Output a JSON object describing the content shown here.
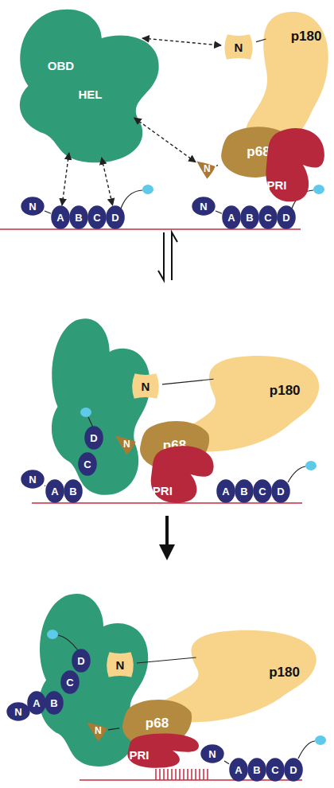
{
  "diagram": {
    "nodes": [
      {
        "text": [
          "OBD",
          "HEL"
        ]
      },
      {
        "text": [
          "N"
        ]
      },
      {
        "text": [
          "p180"
        ]
      },
      {
        "text": [
          "N"
        ]
      },
      {
        "text": [
          "p68"
        ]
      },
      {
        "text": [
          "PRI"
        ]
      },
      {
        "text": [
          "N"
        ]
      },
      {
        "text": [
          "A"
        ]
      },
      {
        "text": [
          "B"
        ]
      },
      {
        "text": [
          "C"
        ]
      },
      {
        "text": [
          "D"
        ]
      },
      {
        "text": [
          "N"
        ]
      },
      {
        "text": [
          "A"
        ]
      },
      {
        "text": [
          "B"
        ]
      },
      {
        "text": [
          "C"
        ]
      },
      {
        "text": [
          "D"
        ]
      },
      {
        "text": [
          "N"
        ]
      },
      {
        "text": [
          "p180"
        ]
      },
      {
        "text": [
          "N"
        ]
      },
      {
        "text": [
          "p68"
        ]
      },
      {
        "text": [
          "PRI"
        ]
      },
      {
        "text": [
          "N"
        ]
      },
      {
        "text": [
          "A"
        ]
      },
      {
        "text": [
          "B"
        ]
      },
      {
        "text": [
          "C"
        ]
      },
      {
        "text": [
          "D"
        ]
      },
      {
        "text": [
          "A"
        ]
      },
      {
        "text": [
          "B"
        ]
      },
      {
        "text": [
          "C"
        ]
      },
      {
        "text": [
          "D"
        ]
      },
      {
        "text": [
          "N"
        ]
      },
      {
        "text": [
          "p180"
        ]
      },
      {
        "text": [
          "N"
        ]
      },
      {
        "text": [
          "p68"
        ]
      },
      {
        "text": [
          "PRI"
        ]
      },
      {
        "text": [
          "N"
        ]
      },
      {
        "text": [
          "A"
        ]
      },
      {
        "text": [
          "B"
        ]
      },
      {
        "text": [
          "C"
        ]
      },
      {
        "text": [
          "D"
        ]
      },
      {
        "text": [
          "N"
        ]
      },
      {
        "text": [
          "A"
        ]
      },
      {
        "text": [
          "B"
        ]
      },
      {
        "text": [
          "C"
        ]
      },
      {
        "text": [
          "D"
        ]
      }
    ],
    "edges": [
      {
        "from": 0,
        "to": 1,
        "arrow": "both"
      },
      {
        "from": 0,
        "to": 3,
        "arrow": "both"
      },
      {
        "from": 0,
        "to": 7,
        "arrow": "both"
      },
      {
        "from": 0,
        "to": 10,
        "arrow": "both"
      },
      {
        "from": 1,
        "to": 2,
        "arrow": "none"
      },
      {
        "from": 3,
        "to": 4,
        "arrow": "none"
      },
      {
        "from": 6,
        "to": 7,
        "arrow": "none"
      },
      {
        "from": 11,
        "to": 12,
        "arrow": "none"
      },
      {
        "from": 16,
        "to": 17,
        "arrow": "none"
      },
      {
        "from": 18,
        "to": 19,
        "arrow": "none"
      },
      {
        "from": 21,
        "to": 22,
        "arrow": "none"
      },
      {
        "from": 30,
        "to": 31,
        "arrow": "none"
      },
      {
        "from": 32,
        "to": 33,
        "arrow": "none"
      },
      {
        "from": 40,
        "to": 41,
        "arrow": "none"
      }
    ]
  }
}
